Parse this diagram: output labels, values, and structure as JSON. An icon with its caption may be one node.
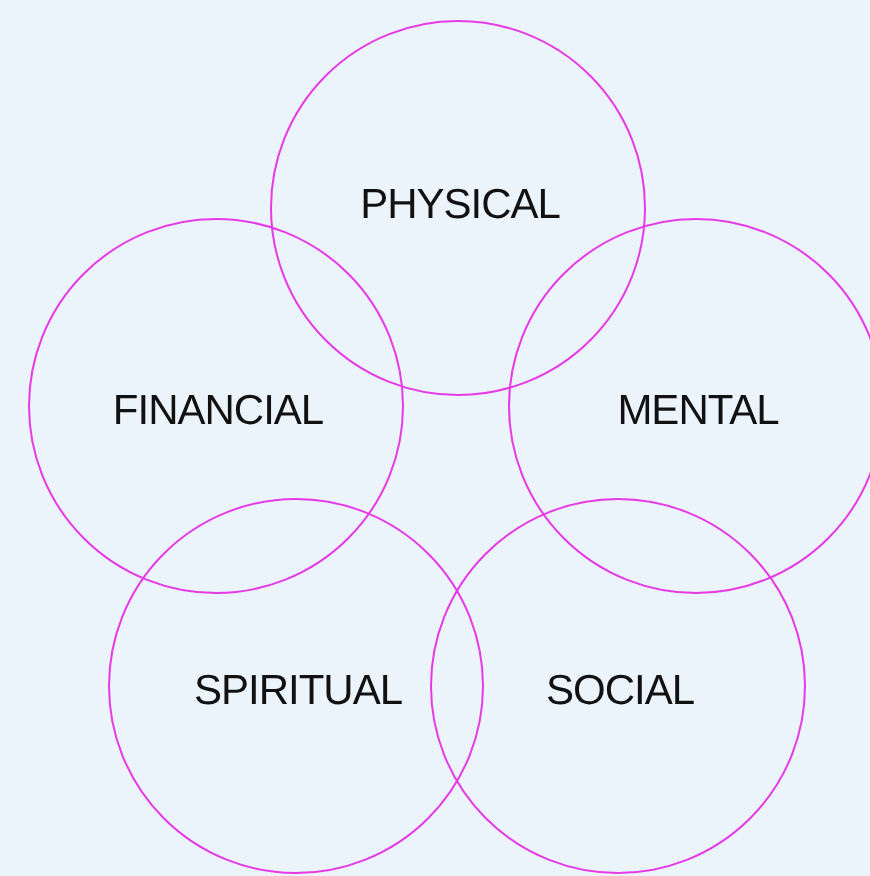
{
  "diagram": {
    "nodes": [
      {
        "text": [
          "PHYSICAL"
        ]
      },
      {
        "text": [
          "FINANCIAL"
        ]
      },
      {
        "text": [
          "MENTAL"
        ]
      },
      {
        "text": [
          "SPIRITUAL"
        ]
      },
      {
        "text": [
          "SOCIAL"
        ]
      }
    ]
  }
}
